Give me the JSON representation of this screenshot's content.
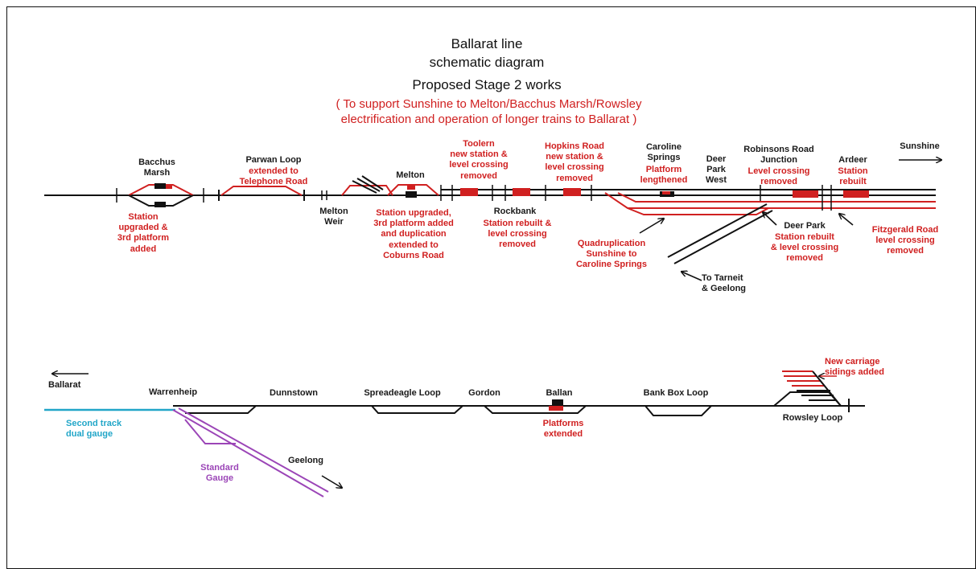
{
  "header": {
    "title_line1": "Ballarat line",
    "title_line2": "schematic diagram",
    "title_line3": "Proposed Stage 2 works",
    "subtitle": "( To support Sunshine to Melton/Bacchus Marsh/Rowsley\nelectrification and operation of longer trains to Ballarat )"
  },
  "colors": {
    "track": "#111111",
    "works": "#d02020",
    "dual_gauge": "#22a6c8",
    "standard_gauge": "#9b45b7"
  },
  "upper": {
    "direction_sunshine": "Sunshine",
    "bacchus_marsh": "Bacchus\nMarsh",
    "bacchus_marsh_note": "Station\nupgraded &\n3rd platform\nadded",
    "parwan_loop": "Parwan Loop",
    "parwan_note": "extended to\nTelephone Road",
    "melton_weir": "Melton\nWeir",
    "melton": "Melton",
    "melton_note": "Station upgraded,\n3rd platform added\nand duplication\nextended to\nCoburns Road",
    "toolern_note": "Toolern\nnew station &\nlevel crossing\nremoved",
    "rockbank": "Rockbank",
    "rockbank_note": "Station rebuilt &\nlevel crossing\nremoved",
    "hopkins_note": "Hopkins Road\nnew station &\nlevel crossing\nremoved",
    "caroline_springs": "Caroline\nSprings",
    "caroline_note": "Platform\nlengthened",
    "deer_park_west": "Deer\nPark\nWest",
    "robinsons_road": "Robinsons Road\nJunction",
    "robinsons_note": "Level crossing\nremoved",
    "ardeer": "Ardeer",
    "ardeer_note": "Station\nrebuilt",
    "quad_note": "Quadruplication\nSunshine to\nCaroline Springs",
    "deer_park": "Deer Park",
    "deer_park_note": "Station rebuilt\n& level crossing\nremoved",
    "fitzgerald_note": "Fitzgerald Road\nlevel crossing\nremoved",
    "tarneit": "To Tarneit\n& Geelong"
  },
  "lower": {
    "direction_ballarat": "Ballarat",
    "warrenheip": "Warrenheip",
    "second_track": "Second track\ndual gauge",
    "standard_gauge": "Standard\nGauge",
    "geelong": "Geelong",
    "dunnstown": "Dunnstown",
    "spreadeagle_loop": "Spreadeagle Loop",
    "gordon": "Gordon",
    "ballan": "Ballan",
    "ballan_note": "Platforms\nextended",
    "bank_box_loop": "Bank Box Loop",
    "rowsley_loop": "Rowsley Loop",
    "rowsley_note": "New carriage\nsidings added"
  }
}
